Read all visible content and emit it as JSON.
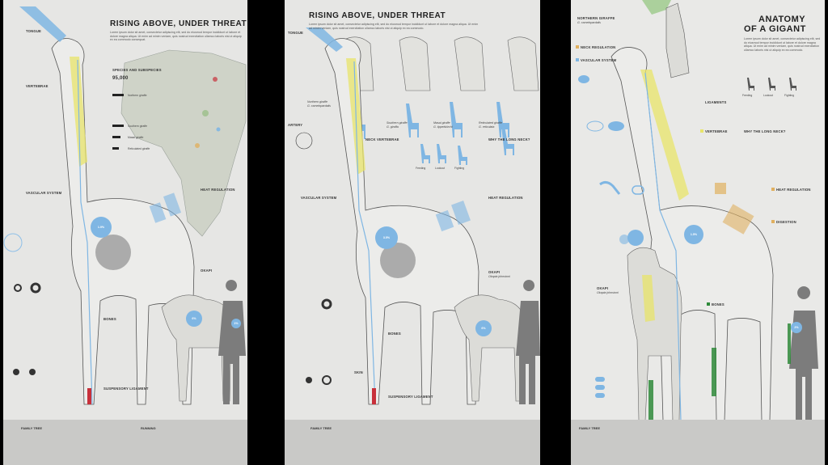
{
  "colors": {
    "panel_bg": "#e6e6e4",
    "footer_bg": "#c9c9c7",
    "map_land": "#cfd3c8",
    "blue": "#7fb6e3",
    "yellow": "#e8e46a",
    "red": "#c8303a",
    "green": "#2f8a3a",
    "orange": "#e0b060",
    "human_gray": "#7c7c7c"
  },
  "panel1": {
    "title": "RISING ABOVE, UNDER THREAT",
    "intro": "Lorem ipsum dolor sit amet, consectetur adipiscing elit, sed do eiusmod tempor incididunt ut labore et dolore magna aliqua. Ut enim ad minim veniam, quis nostrud exercitation ullamco laboris nisi ut aliquip ex ea commodo consequat.",
    "labels": {
      "tongue": "TONGUE",
      "vertebrae": "VERTEBRAE",
      "vascular": "VASCULAR SYSTEM",
      "heat": "HEAT REGULATION",
      "okapi": "OKAPI",
      "bones": "BONES",
      "ligament": "SUSPENSORY LIGAMENT",
      "species": "SPECIES AND SUBSPECIES",
      "population": "95,000",
      "family": "FAMILY TREE",
      "running": "RUNNING"
    },
    "bubbles": {
      "heart": "1.9%",
      "okapi": "6%",
      "human": "1%"
    },
    "legend": [
      "Northern giraffe",
      "Southern giraffe",
      "Masai giraffe",
      "Reticulated giraffe"
    ]
  },
  "panel2": {
    "title": "RISING ABOVE, UNDER THREAT",
    "intro": "Lorem ipsum dolor sit amet, consectetur adipiscing elit, sed do eiusmod tempor incididunt ut labore et dolore magna aliqua. Ut enim ad minim veniam, quis nostrud exercitation ullamco laboris nisi ut aliquip ex ea commodo.",
    "species": [
      {
        "name": "Northern giraffe",
        "latin": "G. camelopardalis"
      },
      {
        "name": "Southern giraffe",
        "latin": "G. giraffa"
      },
      {
        "name": "Masai giraffe",
        "latin": "G. tippelskirchi"
      },
      {
        "name": "Reticulated giraffe",
        "latin": "G. reticulata"
      }
    ],
    "labels": {
      "tongue": "TONGUE",
      "artery": "ARTERY",
      "neck": "NECK VERTEBRAE",
      "why": "WHY THE LONG NECK?",
      "vascular": "VASCULAR SYSTEM",
      "heat": "HEAT REGULATION",
      "okapi": "OKAPI",
      "okapi_latin": "Okapia johnstoni",
      "bones": "BONES",
      "skin": "SKIN",
      "ligament": "SUSPENSORY LIGAMENT",
      "family": "FAMILY TREE"
    },
    "neck_uses": [
      "Feeding",
      "Lookout",
      "Fighting"
    ],
    "bubbles": {
      "heart": "3.5%",
      "okapi": "6%"
    }
  },
  "panel3": {
    "title_line1": "ANATOMY",
    "title_line2": "OF A GIGANT",
    "intro": "Lorem ipsum dolor sit amet, consectetur adipiscing elit, sed do eiusmod tempor incididunt ut labore et dolore magna aliqua. Ut enim ad minim veniam, quis nostrud exercitation ullamco laboris nisi ut aliquip ex ea commodo.",
    "species_name": "NORTHERN GIRAFFE",
    "species_latin": "G. camelopardalis",
    "labels": {
      "neck": "NECK REGULATION",
      "vascular": "VASCULAR SYSTEM",
      "ligament": "LIGAMENTS",
      "vertebrae": "VERTEBRAE",
      "why": "WHY THE LONG NECK?",
      "heat": "HEAT REGULATION",
      "digestion": "DIGESTION",
      "okapi": "OKAPI",
      "okapi_latin": "Okapia johnstoni",
      "bones": "BONES",
      "family": "FAMILY TREE"
    },
    "neck_uses": [
      "Feeding",
      "Lookout",
      "Fighting"
    ],
    "bubbles": {
      "heart": "1.5%",
      "human": "2%"
    }
  }
}
